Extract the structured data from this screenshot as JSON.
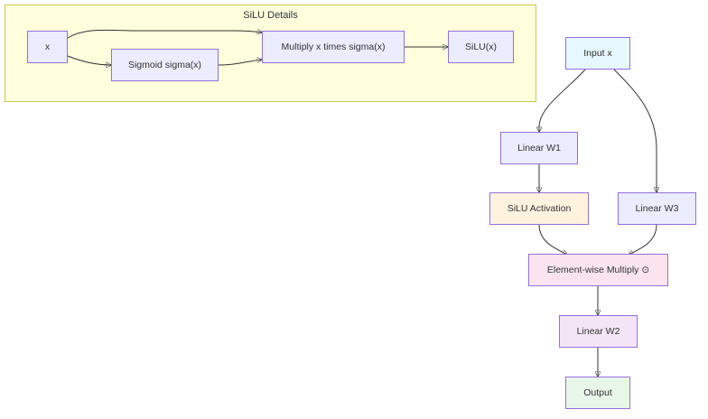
{
  "cluster": {
    "title": "SiLU Details"
  },
  "details": {
    "x": "x",
    "sigmoid": "Sigmoid sigma(x)",
    "multiply": "Multiply x times sigma(x)",
    "silu": "SiLU(x)"
  },
  "flow": {
    "input": "Input x",
    "w1": "Linear W1",
    "w3": "Linear W3",
    "silu_activation": "SiLU Activation",
    "elementwise": "Element-wise Multiply ⊙",
    "w2": "Linear W2",
    "output": "Output"
  },
  "colors": {
    "cluster_fill": "#ffffde",
    "cluster_border": "#c9c948",
    "node_default": "#ececff",
    "node_input": "#e6f7fd",
    "node_silu": "#fff3e0",
    "node_multiply": "#fbe4ef",
    "node_w2": "#f3e5f5",
    "node_output": "#e8f5e9",
    "edge": "#333333"
  }
}
